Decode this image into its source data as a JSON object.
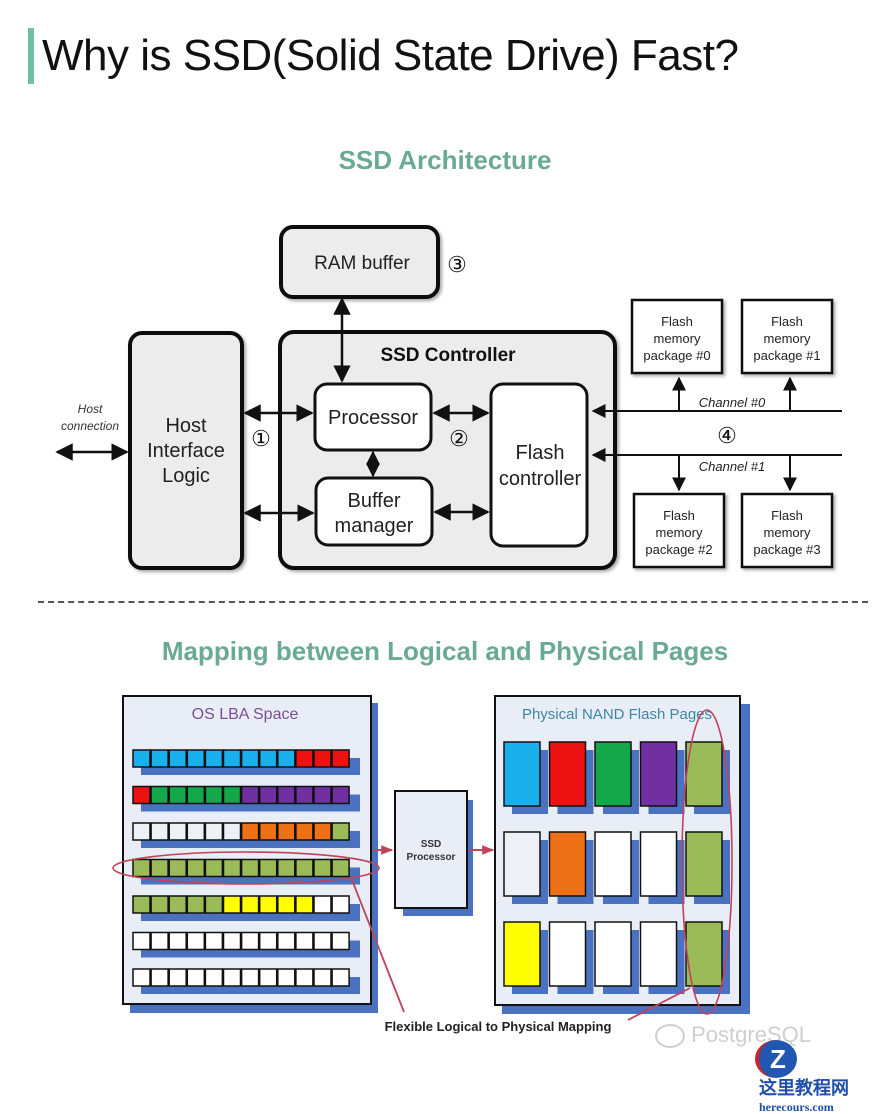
{
  "title": "Why is SSD(Solid State Drive) Fast?",
  "accent_color": "#6cc0a3",
  "architecture": {
    "heading": "SSD Architecture",
    "host_connection": [
      "Host",
      "connection"
    ],
    "host_interface": [
      "Host",
      "Interface",
      "Logic"
    ],
    "ram_buffer": "RAM buffer",
    "ssd_controller": "SSD Controller",
    "processor": "Processor",
    "buffer_manager": [
      "Buffer",
      "manager"
    ],
    "flash_controller": [
      "Flash",
      "controller"
    ],
    "markers": [
      "①",
      "②",
      "③",
      "④"
    ],
    "channels": [
      "Channel #0",
      "Channel #1"
    ],
    "flash_packages": [
      [
        "Flash",
        "memory",
        "package #0"
      ],
      [
        "Flash",
        "memory",
        "package #1"
      ],
      [
        "Flash",
        "memory",
        "package #2"
      ],
      [
        "Flash",
        "memory",
        "package #3"
      ]
    ]
  },
  "mapping": {
    "heading": "Mapping between Logical and Physical Pages",
    "lba_title": "OS LBA Space",
    "processor_label": [
      "SSD",
      "Processor"
    ],
    "nand_title": "Physical NAND Flash Pages",
    "caption": "Flexible Logical to Physical Mapping",
    "palette": {
      "B": "#1ab0ec",
      "R": "#ee1111",
      "G": "#14a84a",
      "P": "#7030a0",
      "O": "#ee7118",
      "L": "#9bbb59",
      "Y": "#ffff00",
      "W": "#ffffff",
      "E": "#eef0f6"
    },
    "lba_rows": [
      "BBBBBBBBBRRR",
      "RGGGGGPPPPPP",
      "EEEEEEOOOOOL",
      "LLLLLLLLLLLL",
      "LLLLLYYYYYWW",
      "WWWWWWWWWWWW",
      "WWWWWWWWWWWW"
    ],
    "nand_rows": [
      "BRGPL",
      "EOWWL",
      "YWWWL"
    ],
    "highlight_color": "#c0435a"
  },
  "watermark": {
    "text1": "PostgreSQL",
    "site_cn": "这里教程网",
    "site_url": "herecours.com"
  }
}
